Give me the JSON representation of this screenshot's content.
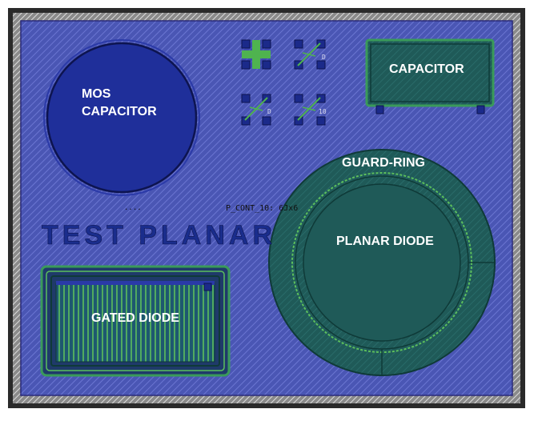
{
  "labels": {
    "mos_line1": "MOS",
    "mos_line2": "CAPACITOR",
    "capacitor": "CAPACITOR",
    "guard_ring": "GUARD-RING",
    "planar_diode": "PLANAR DIODE",
    "gated_diode": "GATED DIODE",
    "test_planar": "TEST PLANAR",
    "p_cont": "P_CONT_10: 6Jx6",
    "dots": "...."
  },
  "test_pads": [
    {
      "id": "pad-top-left",
      "tag": ""
    },
    {
      "id": "pad-top-right",
      "tag": "D"
    },
    {
      "id": "pad-bottom-left",
      "tag": "D"
    },
    {
      "id": "pad-bottom-right",
      "tag": "10"
    }
  ],
  "colors": {
    "frame_dark": "#2a2a2a",
    "frame_light": "#c8c8c8",
    "substrate": "#4a56b4",
    "substrate_hatch": "#6670cc",
    "mos_fill": "#1f2f9a",
    "device_teal": "#1f5a58",
    "green_outline": "#5cbf5c",
    "label_white": "#ffffff",
    "title_blue": "#1a2d8c"
  }
}
